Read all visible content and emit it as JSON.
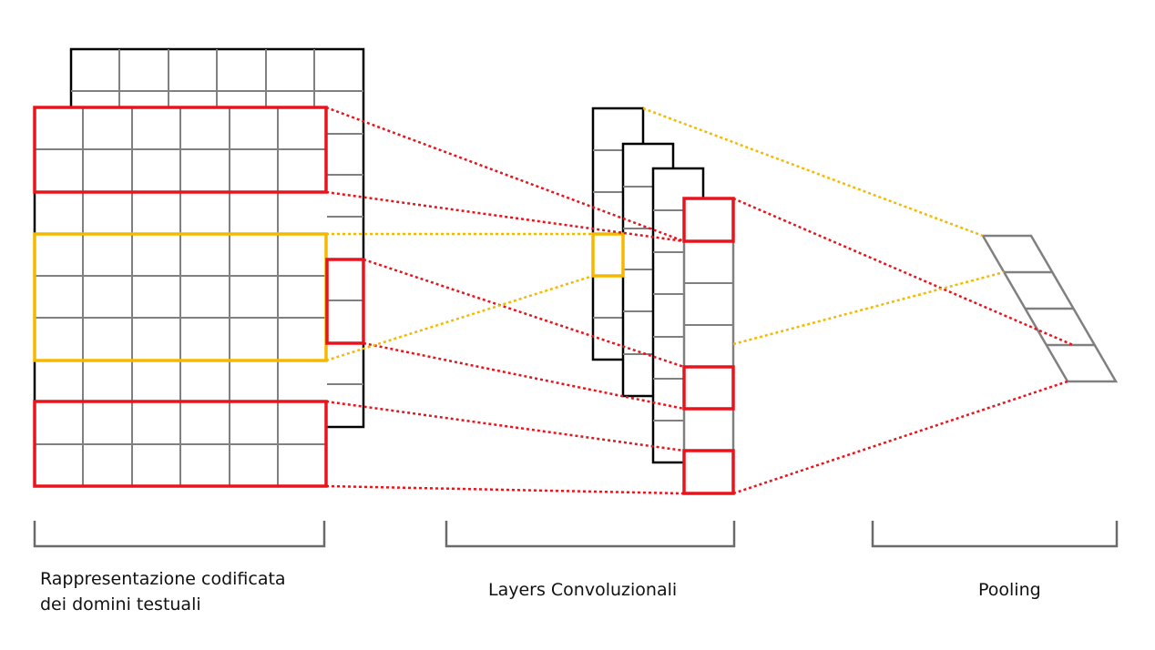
{
  "labels": {
    "input_line1": "Rappresentazione codificata",
    "input_line2": "dei domini testuali",
    "conv": "Layers Convoluzionali",
    "pool": "Pooling"
  },
  "colors": {
    "grid": "#808080",
    "outline": "#000000",
    "highlight_red": "#e8141b",
    "highlight_yellow": "#f5b800",
    "bracket": "#6a6a6a"
  }
}
